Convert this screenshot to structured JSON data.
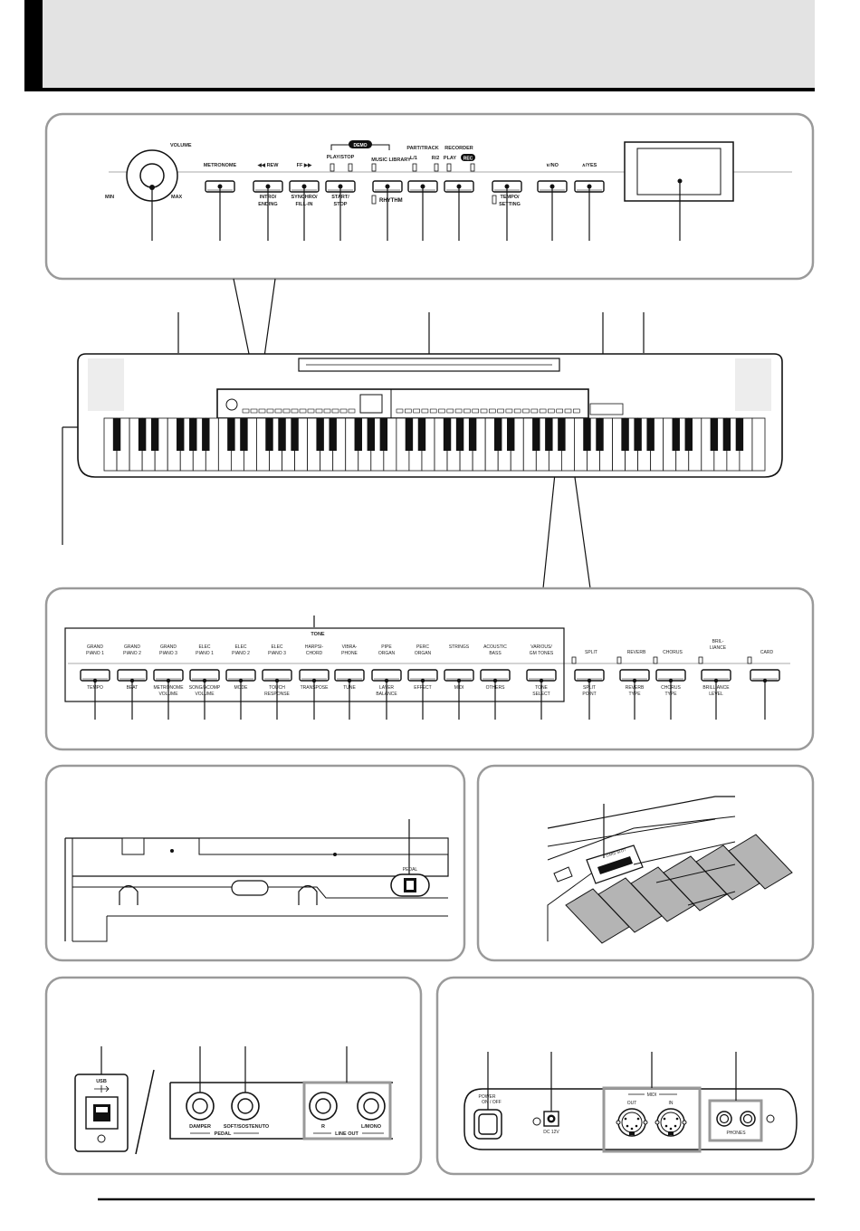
{
  "header": {
    "title": ""
  },
  "top_panel": {
    "volume": {
      "label": "VOLUME",
      "min": "MIN",
      "max": "MAX"
    },
    "upper_labels": [
      {
        "id": "metronome",
        "text": "METRONOME"
      },
      {
        "id": "rew",
        "text": "◀◀ REW"
      },
      {
        "id": "ff",
        "text": "FF ▶▶"
      },
      {
        "id": "play-stop",
        "text": "PLAY/STOP"
      },
      {
        "id": "music-library",
        "text": "MUSIC LIBRARY"
      },
      {
        "id": "part-track",
        "text": "PART/TRACK"
      },
      {
        "id": "l1",
        "text": "L/1"
      },
      {
        "id": "r2",
        "text": "R/2"
      },
      {
        "id": "recorder",
        "text": "RECORDER"
      },
      {
        "id": "play",
        "text": "PLAY"
      },
      {
        "id": "no",
        "text": "∨/NO"
      },
      {
        "id": "yes",
        "text": "∧/YES"
      }
    ],
    "demo_badge": "DEMO",
    "rec_badge": "REC",
    "lower_labels": [
      {
        "id": "intro-ending",
        "line1": "INTRO/",
        "line2": "ENDING"
      },
      {
        "id": "synchro-fillin",
        "line1": "SYNCHRO/",
        "line2": "FILL-IN"
      },
      {
        "id": "start-stop",
        "line1": "START/",
        "line2": "STOP"
      },
      {
        "id": "rhythm",
        "line1": "RHYTHM",
        "line2": ""
      },
      {
        "id": "tempo-setting",
        "line1": "TEMPO/",
        "line2": "SETTING"
      }
    ]
  },
  "tone_panel": {
    "tone_label": "TONE",
    "tones": [
      {
        "line1": "GRAND",
        "line2": "PIANO 1",
        "func": "TEMPO",
        "func2": ""
      },
      {
        "line1": "GRAND",
        "line2": "PIANO 2",
        "func": "BEAT",
        "func2": ""
      },
      {
        "line1": "GRAND",
        "line2": "PIANO 3",
        "func": "METRONOME",
        "func2": "VOLUME"
      },
      {
        "line1": "ELEC",
        "line2": "PIANO 1",
        "func": "SONG/ACOMP",
        "func2": "VOLUME"
      },
      {
        "line1": "ELEC",
        "line2": "PIANO 2",
        "func": "MODE",
        "func2": ""
      },
      {
        "line1": "ELEC",
        "line2": "PIANO 3",
        "func": "TOUCH",
        "func2": "RESPONSE"
      },
      {
        "line1": "HARPSI-",
        "line2": "CHORD",
        "func": "TRANSPOSE",
        "func2": ""
      },
      {
        "line1": "VIBRA-",
        "line2": "PHONE",
        "func": "TUNE",
        "func2": ""
      },
      {
        "line1": "PIPE",
        "line2": "ORGAN",
        "func": "LAYER",
        "func2": "BALANCE"
      },
      {
        "line1": "PERC",
        "line2": "ORGAN",
        "func": "EFFECT",
        "func2": ""
      },
      {
        "line1": "STRINGS",
        "line2": "",
        "func": "MIDI",
        "func2": ""
      },
      {
        "line1": "ACOUSTIC",
        "line2": "BASS",
        "func": "OTHERS",
        "func2": ""
      },
      {
        "line1": "VARIOUS/",
        "line2": "GM TONES",
        "func": "TONE",
        "func2": "SELECT"
      }
    ],
    "right_buttons": [
      {
        "top": "SPLIT",
        "top2": "",
        "func": "SPLIT",
        "func2": "POINT"
      },
      {
        "top": "REVERB",
        "top2": "",
        "func": "REVERB",
        "func2": "TYPE"
      },
      {
        "top": "CHORUS",
        "top2": "",
        "func": "CHORUS",
        "func2": "TYPE"
      },
      {
        "top": "BRIL-",
        "top2": "LIANCE",
        "func": "BRILLIANCE",
        "func2": "LEVEL"
      },
      {
        "top": "CARD",
        "top2": "",
        "func": "",
        "func2": ""
      }
    ]
  },
  "pedal_panel": {
    "label": "PEDAL"
  },
  "card_panel": {
    "label": "CARD SLOT"
  },
  "rear_left": {
    "usb": "USB",
    "damper": "DAMPER",
    "soft": "SOFT/SOSTENUTO",
    "pedal": "PEDAL",
    "r": "R",
    "lmono": "L/MONO",
    "lineout": "LINE OUT"
  },
  "rear_right": {
    "power": "POWER",
    "power_sub": "ON / OFF",
    "dc": "DC 12V",
    "midi": "MIDI",
    "out": "OUT",
    "in": "IN",
    "phones": "PHONES"
  }
}
